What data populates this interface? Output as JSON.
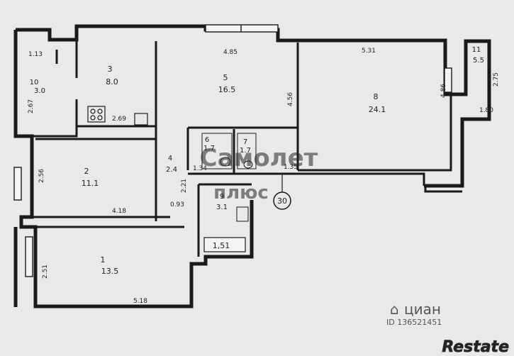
{
  "rooms": [
    {
      "id": "r1",
      "number": "1",
      "area": "13.5"
    },
    {
      "id": "r2",
      "number": "2",
      "area": "11.1"
    },
    {
      "id": "r3",
      "number": "3",
      "area": "8.0"
    },
    {
      "id": "r4",
      "number": "4",
      "area": "2.4"
    },
    {
      "id": "r5",
      "number": "5",
      "area": "16.5"
    },
    {
      "id": "r6",
      "number": "6",
      "area": "1.7"
    },
    {
      "id": "r7",
      "number": "7",
      "area": "1.7"
    },
    {
      "id": "r8",
      "number": "8",
      "area": "24.1"
    },
    {
      "id": "r9",
      "number": "9",
      "area": "3.1"
    },
    {
      "id": "r10",
      "number": "10",
      "area": "3.0"
    },
    {
      "id": "r11",
      "number": "11",
      "area": "5.5"
    }
  ],
  "dimensions": {
    "d_113": "1.13",
    "d_267": "2.67",
    "d_485": "4.85",
    "d_531": "5.31",
    "d_269": "2.69",
    "d_456": "4.56",
    "d_486": "4.86",
    "d_275": "2.75",
    "d_180": "1.80",
    "d_256": "2.56",
    "d_334": "1.34",
    "d_135": "1.35",
    "d_418": "4.18",
    "d_093": "0.93",
    "d_181": "2.21",
    "d_251": "2.51",
    "d_518": "5.18",
    "d_151": "1,51"
  },
  "marker": "30",
  "watermarks": {
    "top": "Самолет",
    "bottom": "плюс",
    "cian": "циан",
    "cian_id": "ID 136521451",
    "brand": "Restate"
  }
}
